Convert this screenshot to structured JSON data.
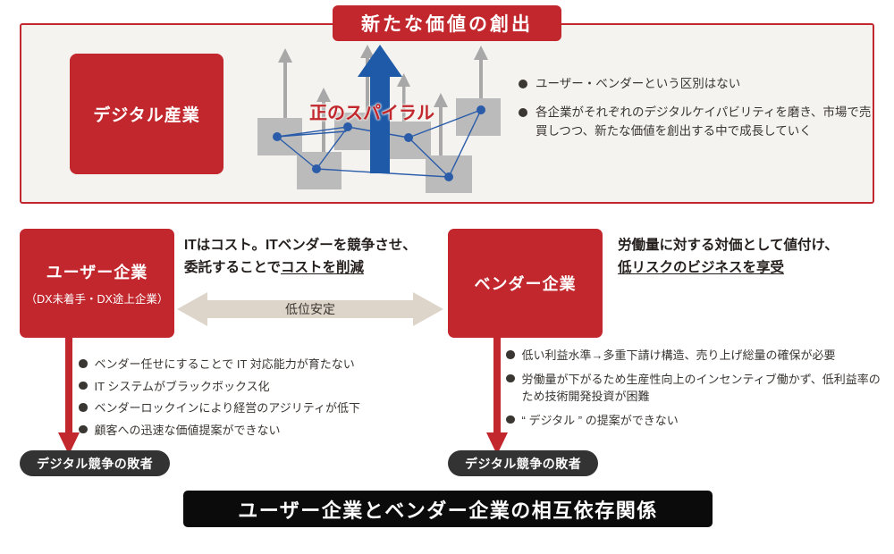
{
  "top_banner": {
    "title": "新たな価値の創出"
  },
  "top_panel": {
    "digital_industry": {
      "label": "デジタル産業"
    },
    "spiral_label": "正のスパイラル",
    "bullets": [
      "ユーザー・ベンダーという区別はない",
      "各企業がそれぞれのデジタルケイパビリティを磨き、市場で売買しつつ、新たな価値を創出する中で成長していく"
    ]
  },
  "user_side": {
    "box": {
      "name": "ユーザー企業",
      "sub": "（DX未着手・DX途上企業）"
    },
    "headline_line1": "ITはコスト。ITベンダーを競争させ、",
    "headline_line2_plain": "委託することで",
    "headline_line2_underlined": "コストを削減",
    "bullets": [
      "ベンダー任せにすることで IT 対応能力が育たない",
      "IT システムがブラックボックス化",
      "ベンダーロックインにより経営のアジリティが低下",
      "顧客への迅速な価値提案ができない"
    ],
    "loser_pill": "デジタル競争の敗者"
  },
  "vendor_side": {
    "box": {
      "name": "ベンダー企業",
      "sub": ""
    },
    "headline_line1": "労働量に対する対価として値付け、",
    "headline_line2_underlined": "低リスクのビジネスを享受",
    "bullets": [
      "低い利益水準→多重下請け構造、売り上げ総量の確保が必要",
      "労働量が下がるため生産性向上のインセンティブ働かず、低利益率のため技術開発投資が困難",
      "“ デジタル ” の提案ができない"
    ],
    "loser_pill": "デジタル競争の敗者"
  },
  "stability_arrow": {
    "label": "低位安定"
  },
  "bottom_caption": {
    "text": "ユーザー企業とベンダー企業の相互依存関係"
  },
  "colors": {
    "brand_red": "#c1272d",
    "panel_bg": "#f5f3ef",
    "arrow_beige": "#ddd5c9",
    "node_blue": "#2a5caa",
    "box_gray": "#bbbbbb",
    "pill_dark": "#333333",
    "caption_black": "#0b0b0b"
  }
}
